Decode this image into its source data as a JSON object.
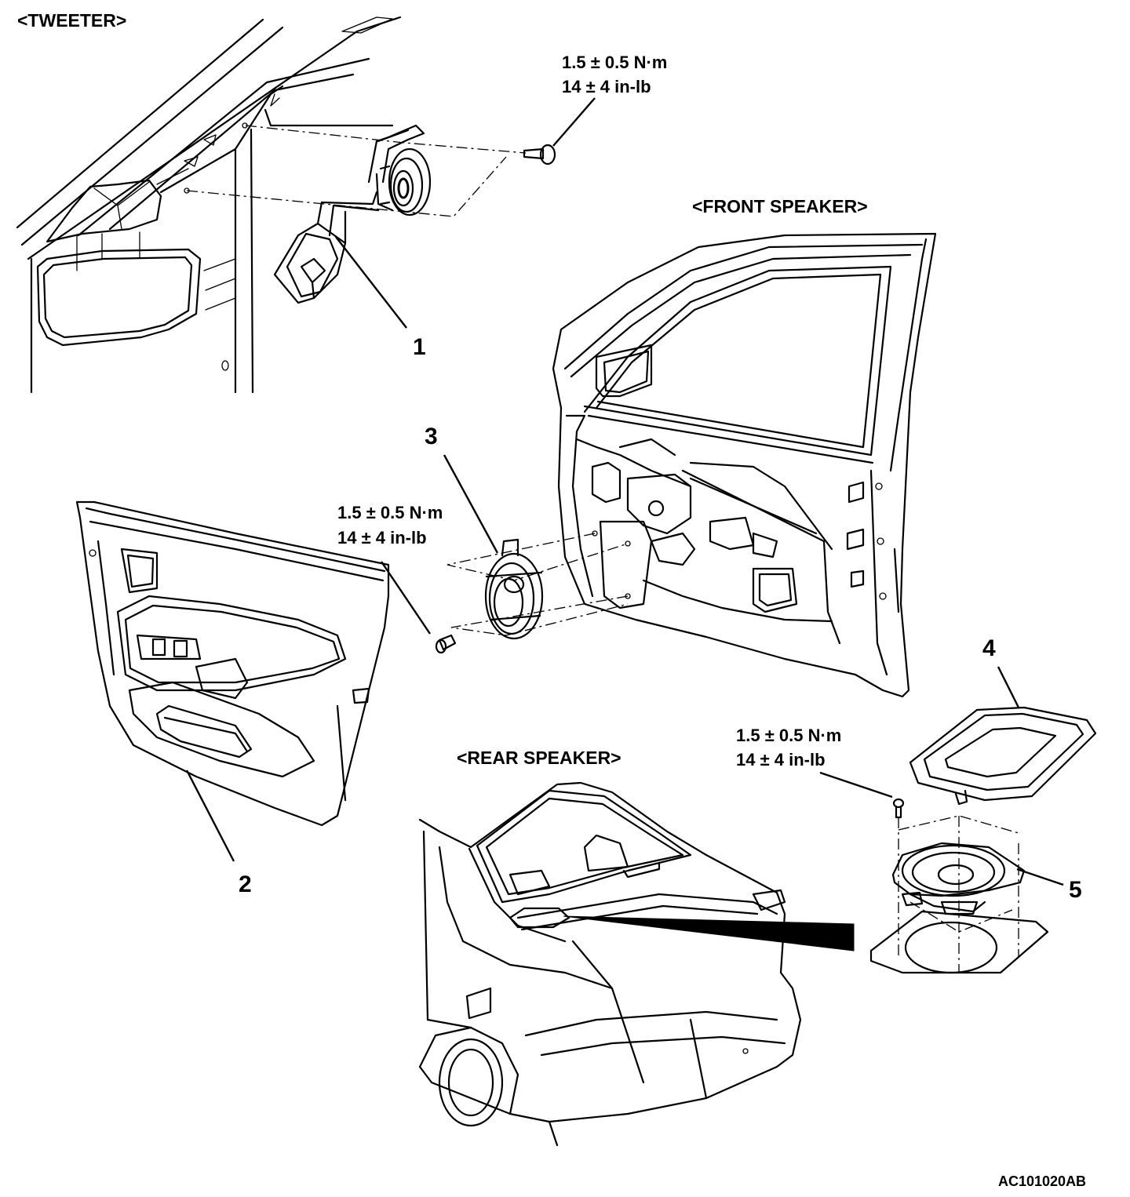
{
  "sections": {
    "tweeter": "<TWEETER>",
    "front_speaker": "<FRONT SPEAKER>",
    "rear_speaker": "<REAR SPEAKER>"
  },
  "torque_specs": [
    {
      "metric": "1.5 ± 0.5 N·m",
      "imperial": "14 ± 4 in-lb"
    },
    {
      "metric": "1.5 ± 0.5 N·m",
      "imperial": "14 ± 4 in-lb"
    },
    {
      "metric": "1.5 ± 0.5 N·m",
      "imperial": "14 ± 4 in-lb"
    }
  ],
  "callouts": [
    "1",
    "2",
    "3",
    "4",
    "5"
  ],
  "figure_code": "AC101020AB"
}
